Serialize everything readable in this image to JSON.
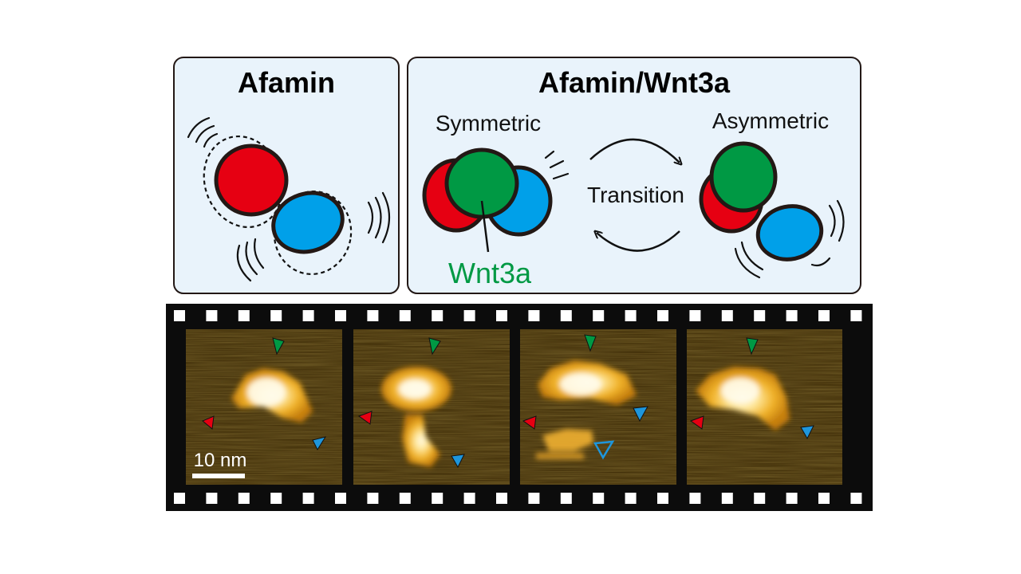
{
  "panel_left": {
    "title": "Afamin"
  },
  "panel_right": {
    "title": "Afamin/Wnt3a",
    "state_symmetric": "Symmetric",
    "state_asymmetric": "Asymmetric",
    "transition_label": "Transition",
    "wnt3a_label": "Wnt3a"
  },
  "scale_bar": {
    "label": "10 nm"
  },
  "colors": {
    "red_domain": "#e60012",
    "blue_domain": "#00a0e9",
    "green_wnt3a": "#009944",
    "panel_fill": "#e9f3fb",
    "red_arrowhead": "#e60012",
    "green_arrowhead": "#009944",
    "blue_arrowhead": "#1e96dc",
    "afm_background": "#3e2c07",
    "afm_highlight": "#fff6d8"
  },
  "afm_frames": [
    {
      "arrowheads": [
        "green-filled",
        "red-filled",
        "blue-filled"
      ]
    },
    {
      "arrowheads": [
        "green-filled",
        "red-filled",
        "blue-filled"
      ]
    },
    {
      "arrowheads": [
        "green-filled",
        "red-filled",
        "blue-filled",
        "blue-outline"
      ]
    },
    {
      "arrowheads": [
        "green-filled",
        "red-filled",
        "blue-filled"
      ]
    }
  ]
}
